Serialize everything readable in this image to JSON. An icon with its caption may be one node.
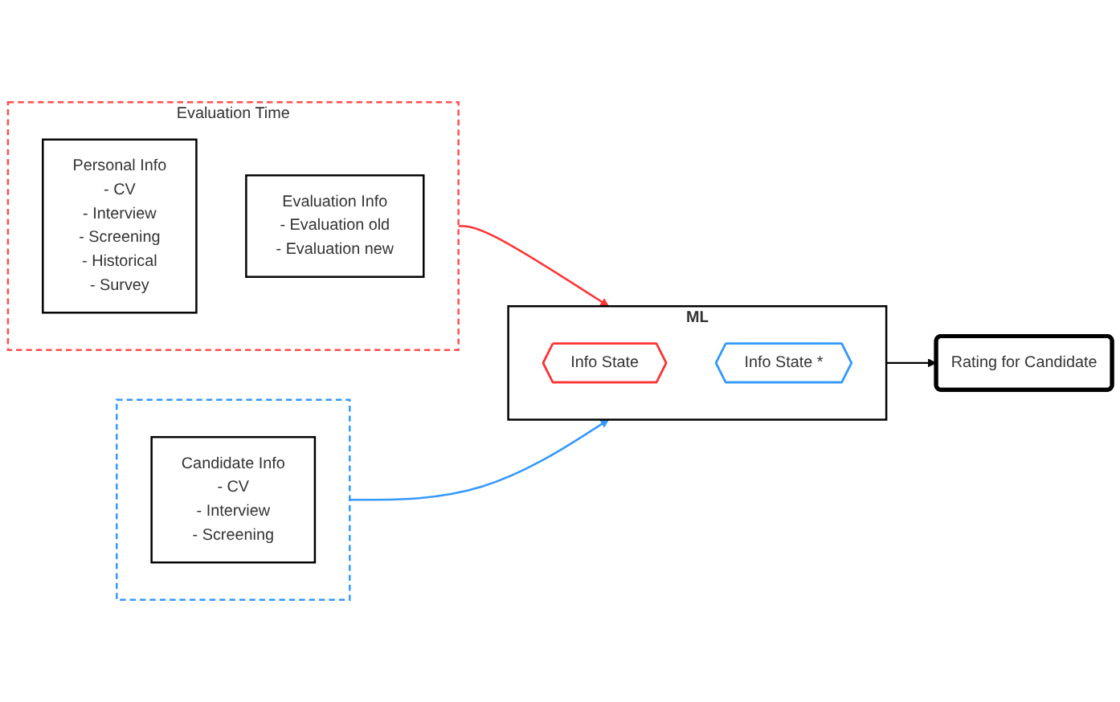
{
  "diagram": {
    "nodes": [
      {
        "text": [
          "Evaluation Time"
        ]
      },
      {
        "text": [
          "Personal Info",
          "- CV",
          "- Interview",
          "- Screening",
          "- Historical",
          "- Survey"
        ],
        "in": 0
      },
      {
        "text": [
          "Evaluation Info",
          "- Evaluation old",
          "- Evaluation new"
        ],
        "in": 0
      },
      {
        "text": [],
        "shape": "box"
      },
      {
        "text": [
          "Candidate Info",
          "- CV",
          "- Interview",
          "- Screening"
        ],
        "in": 3
      },
      {
        "text": [
          "ML"
        ]
      },
      {
        "text": [
          "Info State"
        ],
        "in": 5
      },
      {
        "text": [
          "Info State *"
        ],
        "in": 5
      },
      {
        "text": [
          "Rating for Candidate"
        ]
      }
    ],
    "edges": [
      {
        "from": 0,
        "to": 5,
        "arrow": "to",
        "color": "#ff3333"
      },
      {
        "from": 3,
        "to": 5,
        "arrow": "to",
        "color": "#3399ff"
      },
      {
        "from": 5,
        "to": 8,
        "arrow": "to",
        "color": "#000000"
      }
    ]
  }
}
